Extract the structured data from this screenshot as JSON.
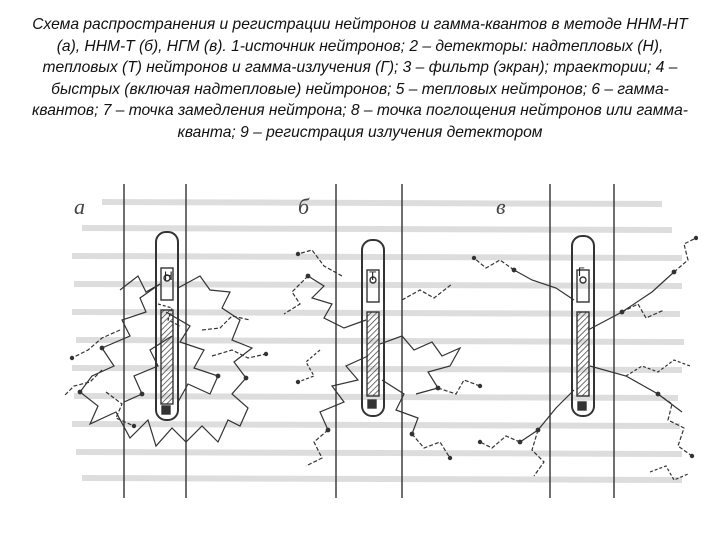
{
  "caption": "Схема распространения и регистрации нейтронов и гамма-квантов в методе ННМ-НТ (а), ННМ-Т (б), НГМ (в). 1-источник нейтронов; 2 – детекторы: надтепловых (Н), тепловых (Т) нейтронов и гамма-излучения (Г); 3 – фильтр (экран); траектории; 4 – быстрых (включая надтепловые) нейтронов; 5 – тепловых нейтронов; 6 – гамма-квантов; 7 – точка замедления нейтрона; 8 – точка поглощения нейтронов или гамма-кванта; 9 – регистрация излучения детектором",
  "figure": {
    "panels": [
      {
        "label": "а",
        "detector_letter": "Н"
      },
      {
        "label": "б",
        "detector_letter": "Т"
      },
      {
        "label": "в",
        "detector_letter": "Г"
      }
    ]
  },
  "colors": {
    "text": "#111111",
    "figure_ink": "#333333",
    "background_print": "#9a9a9a"
  }
}
